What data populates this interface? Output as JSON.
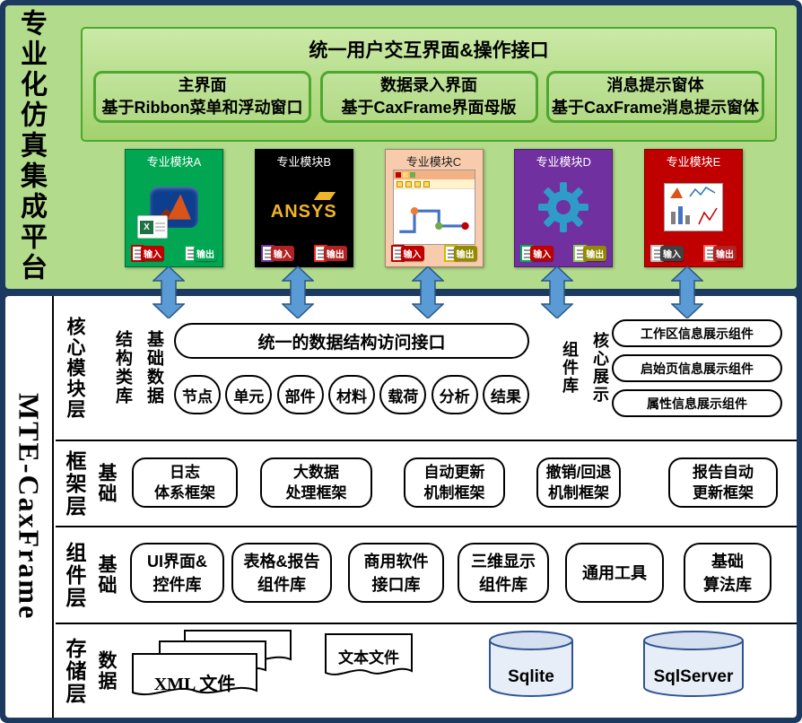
{
  "platform": {
    "title": "专业化仿真集成平台"
  },
  "framework": {
    "title": "MTE-CaxFrame"
  },
  "ui_section": {
    "title": "统一用户交互界面&操作接口",
    "panels": [
      {
        "line1": "主界面",
        "line2": "基于Ribbon菜单和浮动窗口"
      },
      {
        "line1": "数据录入界面",
        "line2": "基于CaxFrame界面母版"
      },
      {
        "line1": "消息提示窗体",
        "line2": "基于CaxFrame消息提示窗体"
      }
    ]
  },
  "modules": [
    {
      "label": "专业模块A",
      "bg": "#00A651",
      "label_color": "#FFFFFF",
      "logo": "matlab-icon",
      "excel_label": "X",
      "input_label": "输入",
      "output_label": "输出",
      "input_badge": "#C00000",
      "output_badge": "#00A651",
      "input_doc": "#C00000",
      "output_doc": "#00B050"
    },
    {
      "label": "专业模块B",
      "bg": "#000000",
      "label_color": "#FFFFFF",
      "logo": "ansys-logo",
      "brand_text": "ANSYS",
      "input_label": "输入",
      "output_label": "输出",
      "input_badge": "#B22222",
      "output_badge": "#B22222",
      "input_doc": "#7030A0",
      "output_doc": "#FF2020"
    },
    {
      "label": "专业模块C",
      "bg": "#F8CBAD",
      "label_color": "#202020",
      "logo": "workbench-screenshot",
      "input_label": "输入",
      "output_label": "输出",
      "input_badge": "#C00000",
      "output_badge": "#948A00",
      "input_doc": "#C00000",
      "output_doc": "#D4B800"
    },
    {
      "label": "专业模块D",
      "bg": "#7030A0",
      "label_color": "#FFFFFF",
      "logo": "gear-icon",
      "input_label": "输入",
      "output_label": "输出",
      "input_badge": "#C00000",
      "output_badge": "#948A00",
      "input_doc": "#00B050",
      "output_doc": "#92D050"
    },
    {
      "label": "专业模块E",
      "bg": "#C00000",
      "label_color": "#FFFFFF",
      "logo": "charts-screenshot",
      "input_label": "输入",
      "output_label": "输出",
      "input_badge": "#404040",
      "output_badge": "#B22222",
      "input_doc": "#BFBFBF",
      "output_doc": "#FF6060"
    }
  ],
  "core_layer": {
    "name": "核心模块层",
    "sublabel_left": "结构类库",
    "sublabel_right": "基础数据",
    "interface_box": "统一的数据结构访问接口",
    "items": [
      "节点",
      "单元",
      "部件",
      "材料",
      "载荷",
      "分析",
      "结果"
    ],
    "right_label_left": "组件库",
    "right_label_right": "核心展示",
    "right_items": [
      "工作区信息展示组件",
      "启始页信息展示组件",
      "属性信息展示组件"
    ]
  },
  "framework_layer": {
    "name": "框架层",
    "sublabel": "基础",
    "items": [
      {
        "line1": "日志",
        "line2": "体系框架"
      },
      {
        "line1": "大数据",
        "line2": "处理框架"
      },
      {
        "line1": "自动更新",
        "line2": "机制框架"
      },
      {
        "line1": "撤销/回退",
        "line2": "机制框架"
      },
      {
        "line1": "报告自动",
        "line2": "更新框架"
      }
    ]
  },
  "component_layer": {
    "name": "组件层",
    "sublabel": "基础",
    "items": [
      {
        "line1": "UI界面&",
        "line2": "控件库"
      },
      {
        "line1": "表格&报告",
        "line2": "组件库"
      },
      {
        "line1": "商用软件",
        "line2": "接口库"
      },
      {
        "line1": "三维显示",
        "line2": "组件库"
      },
      {
        "line1": "通用工具",
        "line2": ""
      },
      {
        "line1": "基础",
        "line2": "算法库"
      }
    ]
  },
  "storage_layer": {
    "name": "存储层",
    "sublabel": "数据",
    "items": [
      "XML 文件",
      "文本文件",
      "Sqlite",
      "SqlServer"
    ]
  },
  "colors": {
    "border_navy": "#1C3A60",
    "section_green": "#B2DB8B",
    "ui_border_green": "#4EA72E",
    "arrow_blue": "#5B9BD5",
    "arrow_outline": "#2A5782",
    "ansys_gold": "#F0B429",
    "matlab_orange": "#D9541A",
    "gear_cyan": "#2E9BC8",
    "cylinder_fill": "#E7EEF7"
  }
}
